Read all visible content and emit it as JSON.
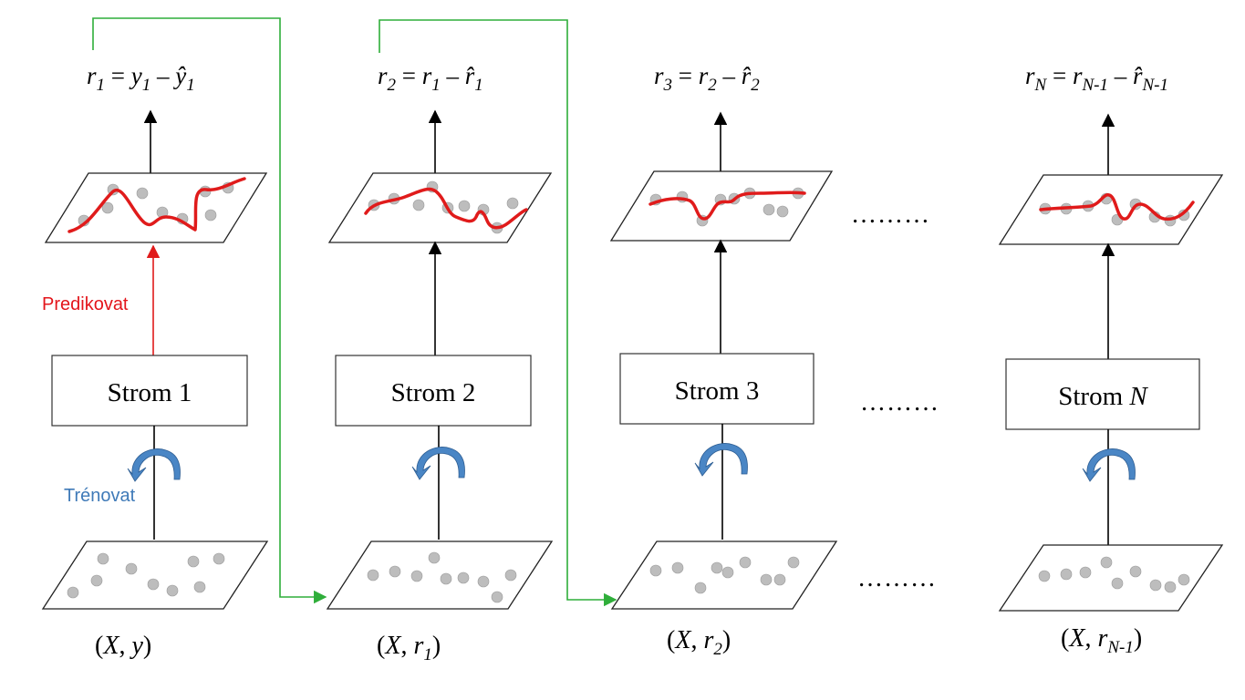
{
  "formulas": {
    "f1": {
      "a": "r",
      "a_sub": "1",
      "eq": " = ",
      "b": "y",
      "b_sub": "1",
      "op": " – ",
      "c": "ŷ",
      "c_sub": "1"
    },
    "f2": {
      "a": "r",
      "a_sub": "2",
      "eq": " = ",
      "b": "r",
      "b_sub": "1",
      "op": " – ",
      "c": "r̂",
      "c_sub": "1"
    },
    "f3": {
      "a": "r",
      "a_sub": "3",
      "eq": " = ",
      "b": "r",
      "b_sub": "2",
      "op": " – ",
      "c": "r̂",
      "c_sub": "2"
    },
    "f4": {
      "a": "r",
      "a_sub": "N",
      "eq": " = ",
      "b": "r",
      "b_sub": "N-1",
      "op": " – ",
      "c": "r̂",
      "c_sub": "N-1"
    }
  },
  "trees": {
    "t1": {
      "label": "Strom 1"
    },
    "t2": {
      "label": "Strom 2"
    },
    "t3": {
      "label": "Strom 3"
    },
    "t4": {
      "label": "Strom ",
      "label_var": "N"
    }
  },
  "datasets": {
    "d1": {
      "open": "(",
      "x": "X",
      "sep": ", ",
      "v": "y",
      "v_sub": "",
      "close": ")"
    },
    "d2": {
      "open": "(",
      "x": "X",
      "sep": ", ",
      "v": "r",
      "v_sub": "1",
      "close": ")"
    },
    "d3": {
      "open": "(",
      "x": "X",
      "sep": ", ",
      "v": "r",
      "v_sub": "2",
      "close": ")"
    },
    "d4": {
      "open": "(",
      "x": "X",
      "sep": ", ",
      "v": "r",
      "v_sub": "N-1",
      "close": ")"
    }
  },
  "annotations": {
    "predict": "Predikovat",
    "train": "Trénovat",
    "ellipsis": "………"
  },
  "colors": {
    "fit_line": "#e01b1b",
    "predict_arrow": "#e01b1b",
    "train_arrow": "#4a86c5",
    "residual_flow": "#2fae3a",
    "data_point": "#bdbdbd"
  }
}
